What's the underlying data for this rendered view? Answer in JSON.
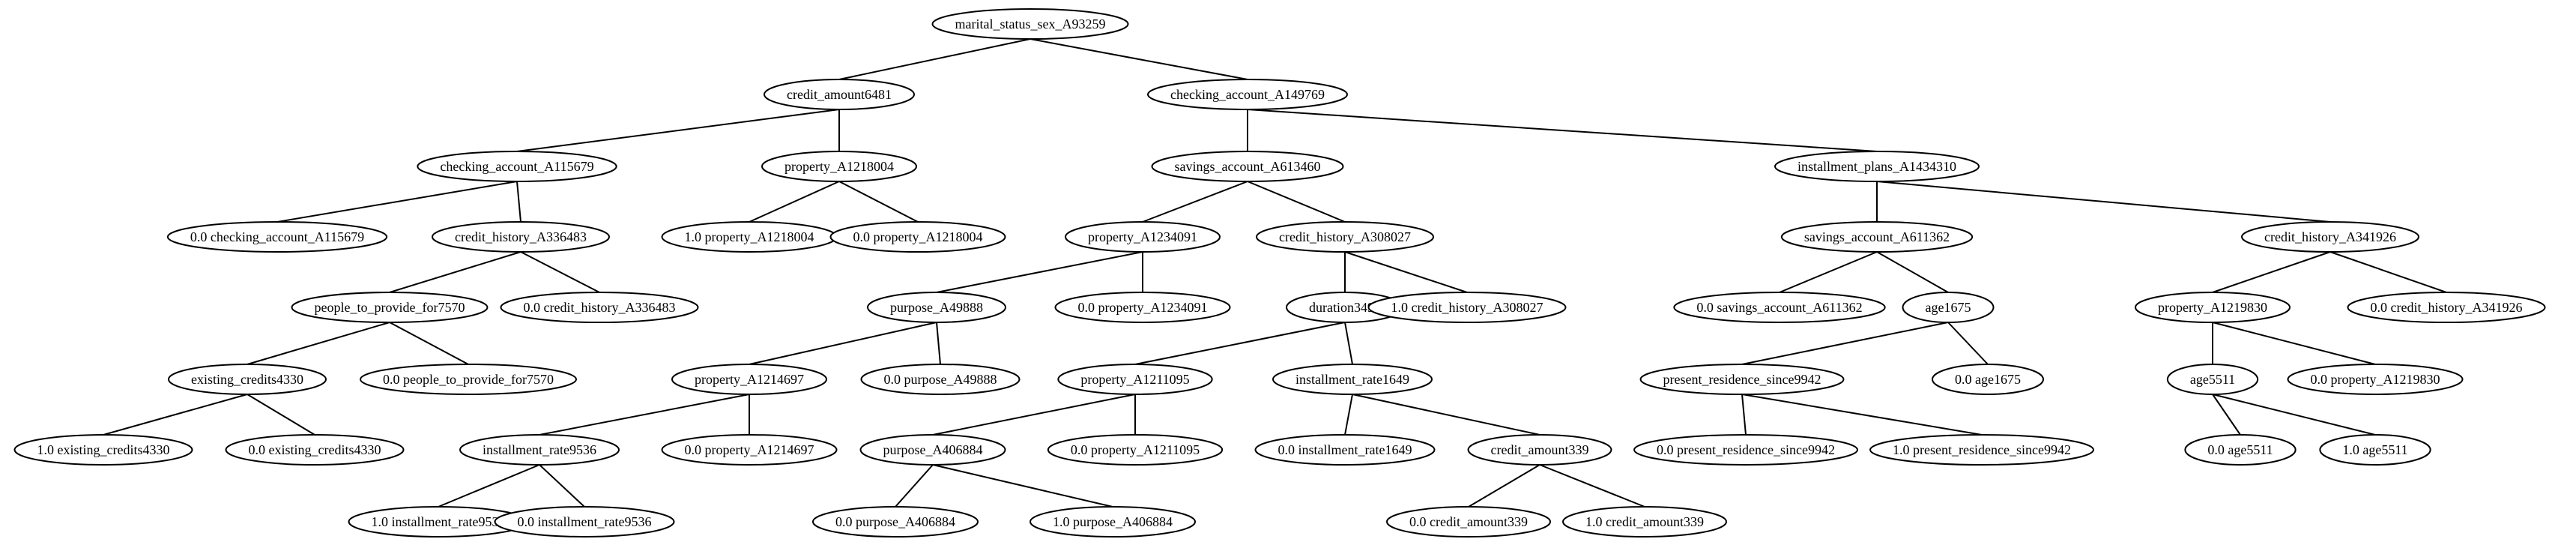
{
  "diagram": {
    "nodes": [
      {
        "id": "n0",
        "label": "marital_status_sex_A93259"
      },
      {
        "id": "n1",
        "label": "credit_amount6481"
      },
      {
        "id": "n2",
        "label": "checking_account_A149769"
      },
      {
        "id": "n3",
        "label": "checking_account_A115679"
      },
      {
        "id": "n4",
        "label": "property_A1218004"
      },
      {
        "id": "n5",
        "label": "savings_account_A613460"
      },
      {
        "id": "n6",
        "label": "installment_plans_A1434310"
      },
      {
        "id": "n7",
        "label": "0.0 checking_account_A115679"
      },
      {
        "id": "n8",
        "label": "credit_history_A336483"
      },
      {
        "id": "n9",
        "label": "1.0 property_A1218004"
      },
      {
        "id": "n10",
        "label": "0.0 property_A1218004"
      },
      {
        "id": "n11",
        "label": "property_A1234091"
      },
      {
        "id": "n12",
        "label": "credit_history_A308027"
      },
      {
        "id": "n13",
        "label": "savings_account_A611362"
      },
      {
        "id": "n14",
        "label": "credit_history_A341926"
      },
      {
        "id": "n15",
        "label": "people_to_provide_for7570"
      },
      {
        "id": "n16",
        "label": "0.0 credit_history_A336483"
      },
      {
        "id": "n17",
        "label": "purpose_A49888"
      },
      {
        "id": "n18",
        "label": "0.0 property_A1234091"
      },
      {
        "id": "n19",
        "label": "duration3495"
      },
      {
        "id": "n20",
        "label": "1.0 credit_history_A308027"
      },
      {
        "id": "n21",
        "label": "0.0 savings_account_A611362"
      },
      {
        "id": "n22",
        "label": "age1675"
      },
      {
        "id": "n23",
        "label": "property_A1219830"
      },
      {
        "id": "n24",
        "label": "0.0 credit_history_A341926"
      },
      {
        "id": "n25",
        "label": "existing_credits4330"
      },
      {
        "id": "n26",
        "label": "0.0 people_to_provide_for7570"
      },
      {
        "id": "n27",
        "label": "property_A1214697"
      },
      {
        "id": "n28",
        "label": "0.0 purpose_A49888"
      },
      {
        "id": "n29",
        "label": "property_A1211095"
      },
      {
        "id": "n30",
        "label": "installment_rate1649"
      },
      {
        "id": "n31",
        "label": "present_residence_since9942"
      },
      {
        "id": "n32",
        "label": "0.0 age1675"
      },
      {
        "id": "n33",
        "label": "age5511"
      },
      {
        "id": "n34",
        "label": "0.0 property_A1219830"
      },
      {
        "id": "n35",
        "label": "1.0 existing_credits4330"
      },
      {
        "id": "n36",
        "label": "0.0 existing_credits4330"
      },
      {
        "id": "n37",
        "label": "installment_rate9536"
      },
      {
        "id": "n38",
        "label": "0.0 property_A1214697"
      },
      {
        "id": "n39",
        "label": "purpose_A406884"
      },
      {
        "id": "n40",
        "label": "0.0 property_A1211095"
      },
      {
        "id": "n41",
        "label": "0.0 installment_rate1649"
      },
      {
        "id": "n42",
        "label": "credit_amount339"
      },
      {
        "id": "n43",
        "label": "0.0 present_residence_since9942"
      },
      {
        "id": "n44",
        "label": "1.0 present_residence_since9942"
      },
      {
        "id": "n45",
        "label": "0.0 age5511"
      },
      {
        "id": "n46",
        "label": "1.0 age5511"
      },
      {
        "id": "n47",
        "label": "1.0 installment_rate9536"
      },
      {
        "id": "n48",
        "label": "0.0 installment_rate9536"
      },
      {
        "id": "n49",
        "label": "0.0 purpose_A406884"
      },
      {
        "id": "n50",
        "label": "1.0 purpose_A406884"
      },
      {
        "id": "n51",
        "label": "0.0 credit_amount339"
      },
      {
        "id": "n52",
        "label": "1.0 credit_amount339"
      }
    ],
    "edges": [
      {
        "from": "n0",
        "to": "n1"
      },
      {
        "from": "n0",
        "to": "n2"
      },
      {
        "from": "n1",
        "to": "n3"
      },
      {
        "from": "n1",
        "to": "n4"
      },
      {
        "from": "n2",
        "to": "n5"
      },
      {
        "from": "n2",
        "to": "n6"
      },
      {
        "from": "n3",
        "to": "n7"
      },
      {
        "from": "n3",
        "to": "n8"
      },
      {
        "from": "n4",
        "to": "n9"
      },
      {
        "from": "n4",
        "to": "n10"
      },
      {
        "from": "n5",
        "to": "n11"
      },
      {
        "from": "n5",
        "to": "n12"
      },
      {
        "from": "n6",
        "to": "n13"
      },
      {
        "from": "n6",
        "to": "n14"
      },
      {
        "from": "n8",
        "to": "n15"
      },
      {
        "from": "n8",
        "to": "n16"
      },
      {
        "from": "n11",
        "to": "n17"
      },
      {
        "from": "n11",
        "to": "n18"
      },
      {
        "from": "n12",
        "to": "n19"
      },
      {
        "from": "n12",
        "to": "n20"
      },
      {
        "from": "n13",
        "to": "n21"
      },
      {
        "from": "n13",
        "to": "n22"
      },
      {
        "from": "n14",
        "to": "n23"
      },
      {
        "from": "n14",
        "to": "n24"
      },
      {
        "from": "n15",
        "to": "n25"
      },
      {
        "from": "n15",
        "to": "n26"
      },
      {
        "from": "n17",
        "to": "n27"
      },
      {
        "from": "n17",
        "to": "n28"
      },
      {
        "from": "n19",
        "to": "n29"
      },
      {
        "from": "n19",
        "to": "n30"
      },
      {
        "from": "n22",
        "to": "n31"
      },
      {
        "from": "n22",
        "to": "n32"
      },
      {
        "from": "n23",
        "to": "n33"
      },
      {
        "from": "n23",
        "to": "n34"
      },
      {
        "from": "n25",
        "to": "n35"
      },
      {
        "from": "n25",
        "to": "n36"
      },
      {
        "from": "n27",
        "to": "n37"
      },
      {
        "from": "n27",
        "to": "n38"
      },
      {
        "from": "n29",
        "to": "n39"
      },
      {
        "from": "n29",
        "to": "n40"
      },
      {
        "from": "n30",
        "to": "n41"
      },
      {
        "from": "n30",
        "to": "n42"
      },
      {
        "from": "n31",
        "to": "n43"
      },
      {
        "from": "n31",
        "to": "n44"
      },
      {
        "from": "n33",
        "to": "n45"
      },
      {
        "from": "n33",
        "to": "n46"
      },
      {
        "from": "n37",
        "to": "n47"
      },
      {
        "from": "n37",
        "to": "n48"
      },
      {
        "from": "n39",
        "to": "n49"
      },
      {
        "from": "n39",
        "to": "n50"
      },
      {
        "from": "n42",
        "to": "n51"
      },
      {
        "from": "n42",
        "to": "n52"
      }
    ]
  }
}
